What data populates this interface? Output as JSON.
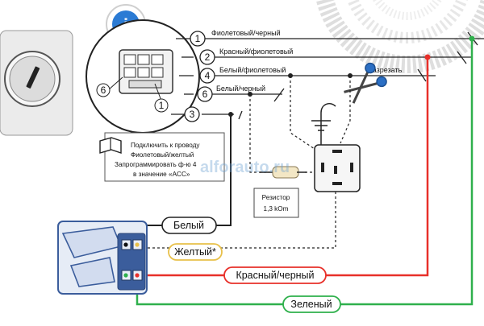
{
  "info_icon_glyph": "i",
  "wire_labels": {
    "violet_black": "Фиолетовый/черный",
    "red_violet": "Красный/фиолетовый",
    "white_violet": "Белый/фиолетовый",
    "white_black": "Белый/черный",
    "cut": "Разрезать"
  },
  "pin_numbers": {
    "p1": "1",
    "p2": "2",
    "p4": "4",
    "p6": "6",
    "p3": "3",
    "plug_pin_6": "6",
    "plug_pin_1": "1"
  },
  "note_lines": [
    "Подключить к проводу",
    "Фиолетовый/желтый",
    "Запрограммировать ф-ю 4",
    "в значение «ACC»"
  ],
  "resistor_label_lines": [
    "Резистор",
    "1,3 kOm"
  ],
  "pill_labels": {
    "white": "Белый",
    "yellow": "Желтый*",
    "red_black": "Красный/черный",
    "green": "Зеленый"
  },
  "watermark": "alforauto.ru",
  "colors": {
    "red_wire": "#e8302a",
    "green_wire": "#2fb04c",
    "yellow_border": "#e8c04a",
    "connector_blue": "#3b5d9c",
    "info_blue": "#2b7bd4"
  }
}
